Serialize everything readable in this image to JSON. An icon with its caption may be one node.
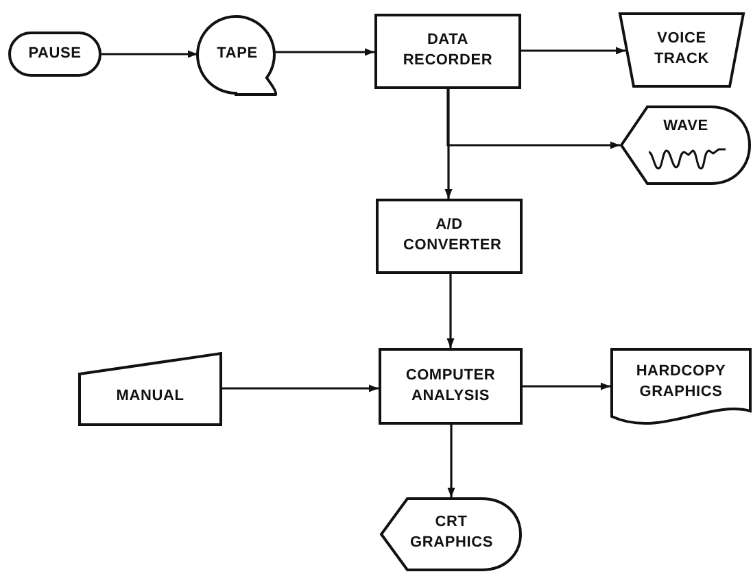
{
  "diagram": {
    "nodes": [
      {
        "text": [
          "PAUSE"
        ]
      },
      {
        "text": [
          "TAPE"
        ]
      },
      {
        "text": [
          "DATA RECORDER"
        ]
      },
      {
        "text": [
          "VOICE TRACK"
        ]
      },
      {
        "text": [
          "WAVE"
        ]
      },
      {
        "text": [
          "A/D CONVERTER"
        ]
      },
      {
        "text": [
          "MANUAL"
        ]
      },
      {
        "text": [
          "COMPUTER ANALYSIS"
        ]
      },
      {
        "text": [
          "HARDCOPY GRAPHICS"
        ]
      },
      {
        "text": [
          "CRT GRAPHICS"
        ]
      }
    ],
    "edges": [
      {
        "from": 0,
        "to": 1,
        "arrow": "to"
      },
      {
        "from": 1,
        "to": 2,
        "arrow": "to"
      },
      {
        "from": 2,
        "to": 3,
        "arrow": "to"
      },
      {
        "from": 2,
        "to": 4,
        "arrow": "to"
      },
      {
        "from": 2,
        "to": 5,
        "arrow": "to"
      },
      {
        "from": 5,
        "to": 7,
        "arrow": "to"
      },
      {
        "from": 6,
        "to": 7,
        "arrow": "to"
      },
      {
        "from": 7,
        "to": 8,
        "arrow": "to"
      },
      {
        "from": 7,
        "to": 9,
        "arrow": "to"
      }
    ]
  }
}
